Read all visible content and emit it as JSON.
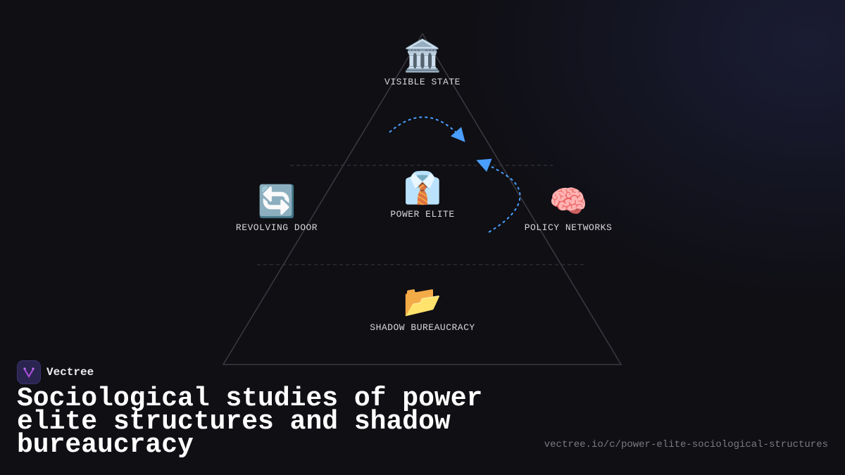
{
  "diagram": {
    "layers": [
      {
        "id": "visible-state",
        "label": "VISIBLE STATE",
        "icon": "classical-building-icon",
        "glyph": "🏛️"
      },
      {
        "id": "power-elite",
        "label": "POWER ELITE",
        "icon": "necktie-shirt-icon",
        "glyph": "👔"
      },
      {
        "id": "shadow-bureaucracy",
        "label": "SHADOW BUREAUCRACY",
        "icon": "open-folder-icon",
        "glyph": "📂"
      }
    ],
    "side_nodes": [
      {
        "id": "revolving-door",
        "label": "REVOLVING DOOR",
        "icon": "repeat-arrows-icon",
        "glyph": "🔄"
      },
      {
        "id": "policy-networks",
        "label": "POLICY NETWORKS",
        "icon": "brain-icon",
        "glyph": "🧠"
      }
    ],
    "colors": {
      "arrow": "#4a9eff",
      "triangle": "#3a3a40",
      "divider": "#3a3a40"
    }
  },
  "brand": {
    "name": "Vectree",
    "logo_color": "#b04ee0"
  },
  "title": "Sociological studies of power elite structures and shadow bureaucracy",
  "url": "vectree.io/c/power-elite-sociological-structures"
}
